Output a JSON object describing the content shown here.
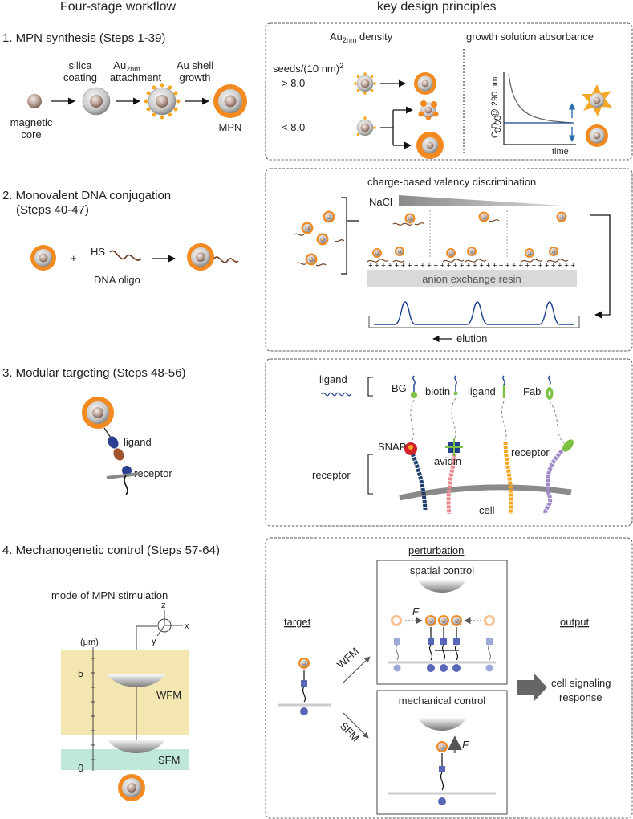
{
  "headers": {
    "left": "Four-stage workflow",
    "right": "key design principles"
  },
  "colors": {
    "orange": "#f28a21",
    "gold_seed": "#f5a623",
    "resin": "#d9d9d9",
    "wfm": "#f3e6b0",
    "sfm": "#bfe8d8",
    "trace": "#1f3f8f",
    "arrow": "#2b6cb0"
  },
  "stage1": {
    "title": "1. MPN synthesis (Steps 1-39)",
    "silica": "silica",
    "coating": "coating",
    "au2nm": "Au",
    "au2nm_sub": "2nm",
    "attachment": "attachment",
    "au_shell": "Au shell",
    "growth": "growth",
    "magnetic": "magnetic",
    "core": "core",
    "mpn": "MPN",
    "density_title": "Au",
    "density_sub": "2nm",
    "density_suffix": " density",
    "absorbance_title": "growth solution absorbance",
    "seeds_label": "seeds/(10 nm)",
    "seeds_sup": "2",
    "gt": "> 8.0",
    "lt": "< 8.0",
    "od_label": "O.D. @ 290 nm",
    "od_tick": "0.05",
    "time": "time"
  },
  "stage2": {
    "title": "2. Monovalent DNA conjugation",
    "steps": "(Steps 40-47)",
    "hs": "HS",
    "dna": "DNA oligo",
    "plus": "+",
    "principle": "charge-based valency discrimination",
    "nacl": "NaCl",
    "resin": "anion exchange resin",
    "resin_charges": "+ + + + + + + + + + + + + + + + + + + + + + + + + + + + + + + +",
    "elution": "elution"
  },
  "stage3": {
    "title": "3. Modular targeting (Steps 48-56)",
    "ligand": "ligand",
    "receptor": "receptor",
    "ligand_group": "ligand",
    "receptor_group": "receptor",
    "bg": "BG",
    "biotin": "biotin",
    "ligand2": "ligand",
    "fab": "Fab",
    "snap": "SNAP",
    "avidin": "avidin",
    "receptor2": "receptor",
    "cell": "cell"
  },
  "stage4": {
    "title": "4. Mechanogenetic control (Steps 57-64)",
    "mode": "mode of MPN stimulation",
    "um": "(μm)",
    "tick5": "5",
    "tick0": "0",
    "wfm": "WFM",
    "sfm": "SFM",
    "z": "z",
    "x": "x",
    "y": "y",
    "perturbation": "perturbation",
    "spatial": "spatial control",
    "mechanical": "mechanical control",
    "target": "target",
    "output": "output",
    "wfm_arrow": "WFM",
    "sfm_arrow": "SFM",
    "f": "F",
    "response_1": "cell signaling",
    "response_2": "response"
  }
}
